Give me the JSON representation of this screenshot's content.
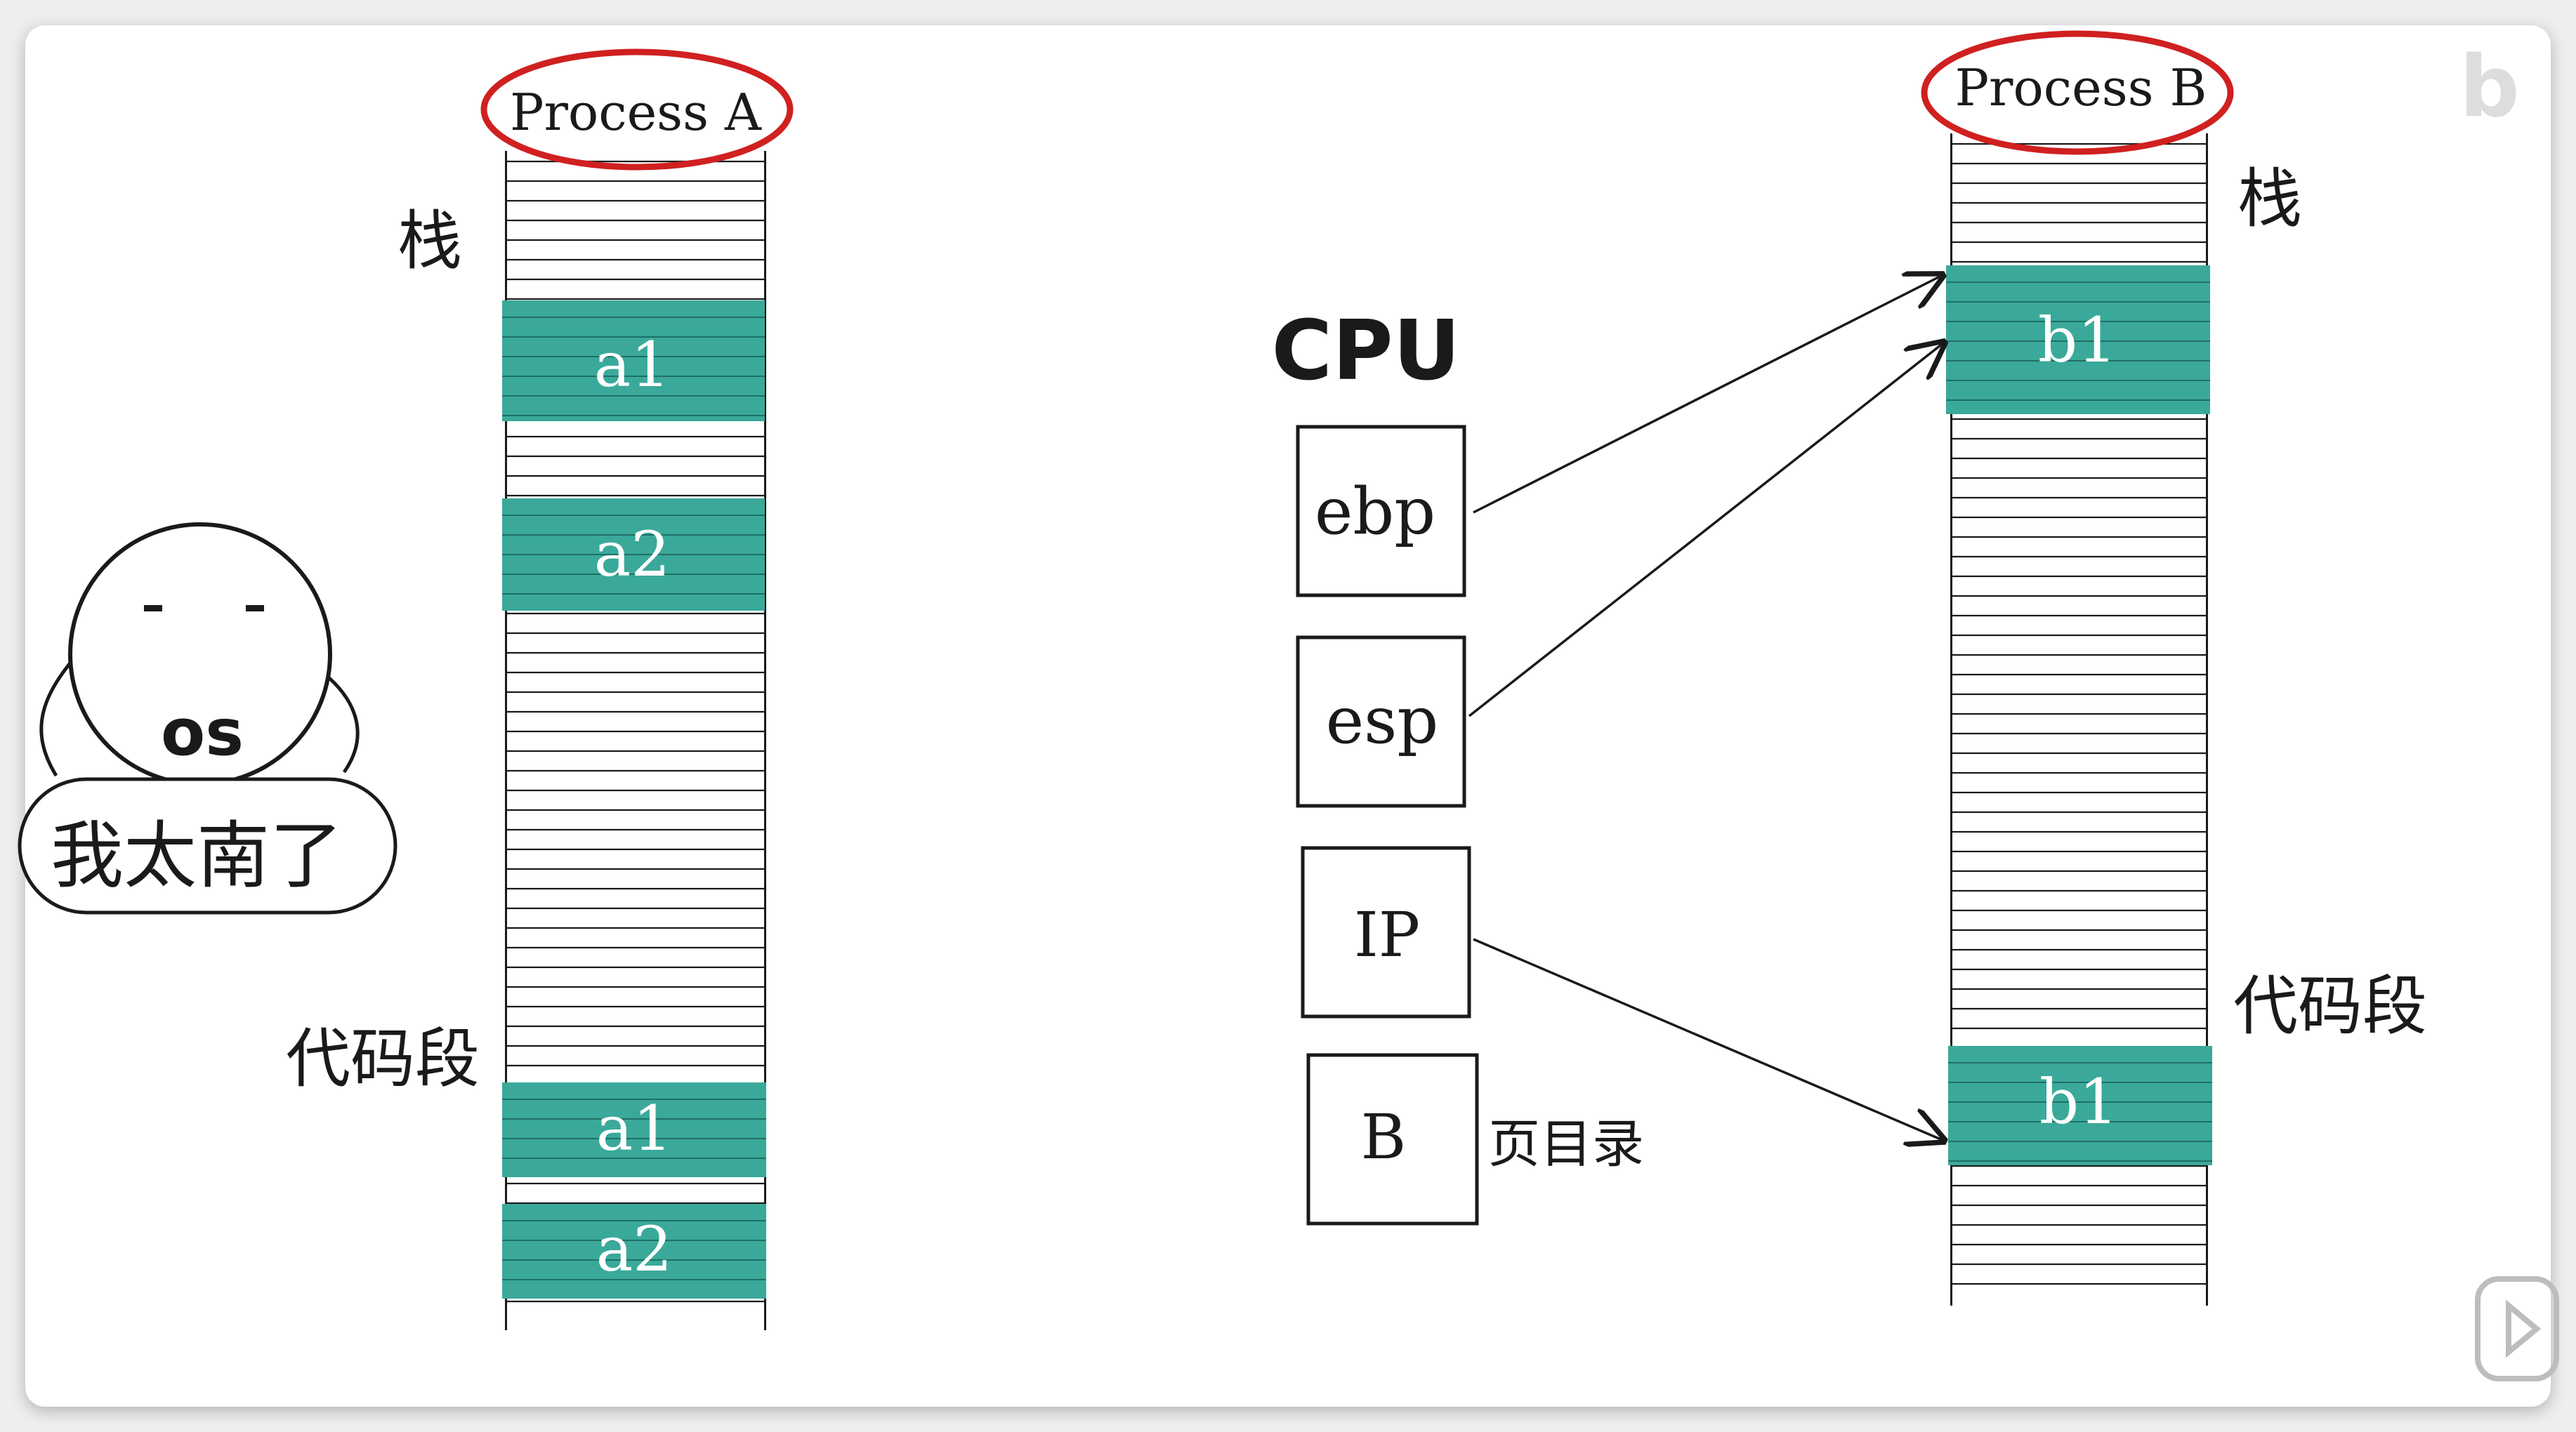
{
  "process_a": {
    "title": "Process A",
    "stack_label": "栈",
    "code_label": "代码段",
    "stack_slots": [
      "a1",
      "a2"
    ],
    "code_slots": [
      "a1",
      "a2"
    ]
  },
  "process_b": {
    "title": "Process B",
    "stack_label": "栈",
    "code_label": "代码段",
    "stack_slots": [
      "b1"
    ],
    "code_slots": [
      "b1"
    ]
  },
  "cpu": {
    "title": "CPU",
    "registers": [
      "ebp",
      "esp",
      "IP",
      "B"
    ],
    "page_dir_label": "页目录"
  },
  "os_character": {
    "face_text": "os",
    "speech": "我太南了"
  },
  "colors": {
    "slot_fill": "#3aa99a",
    "slot_text": "#ffffff",
    "circle": "#d02020",
    "ink": "#1a1a1a"
  }
}
